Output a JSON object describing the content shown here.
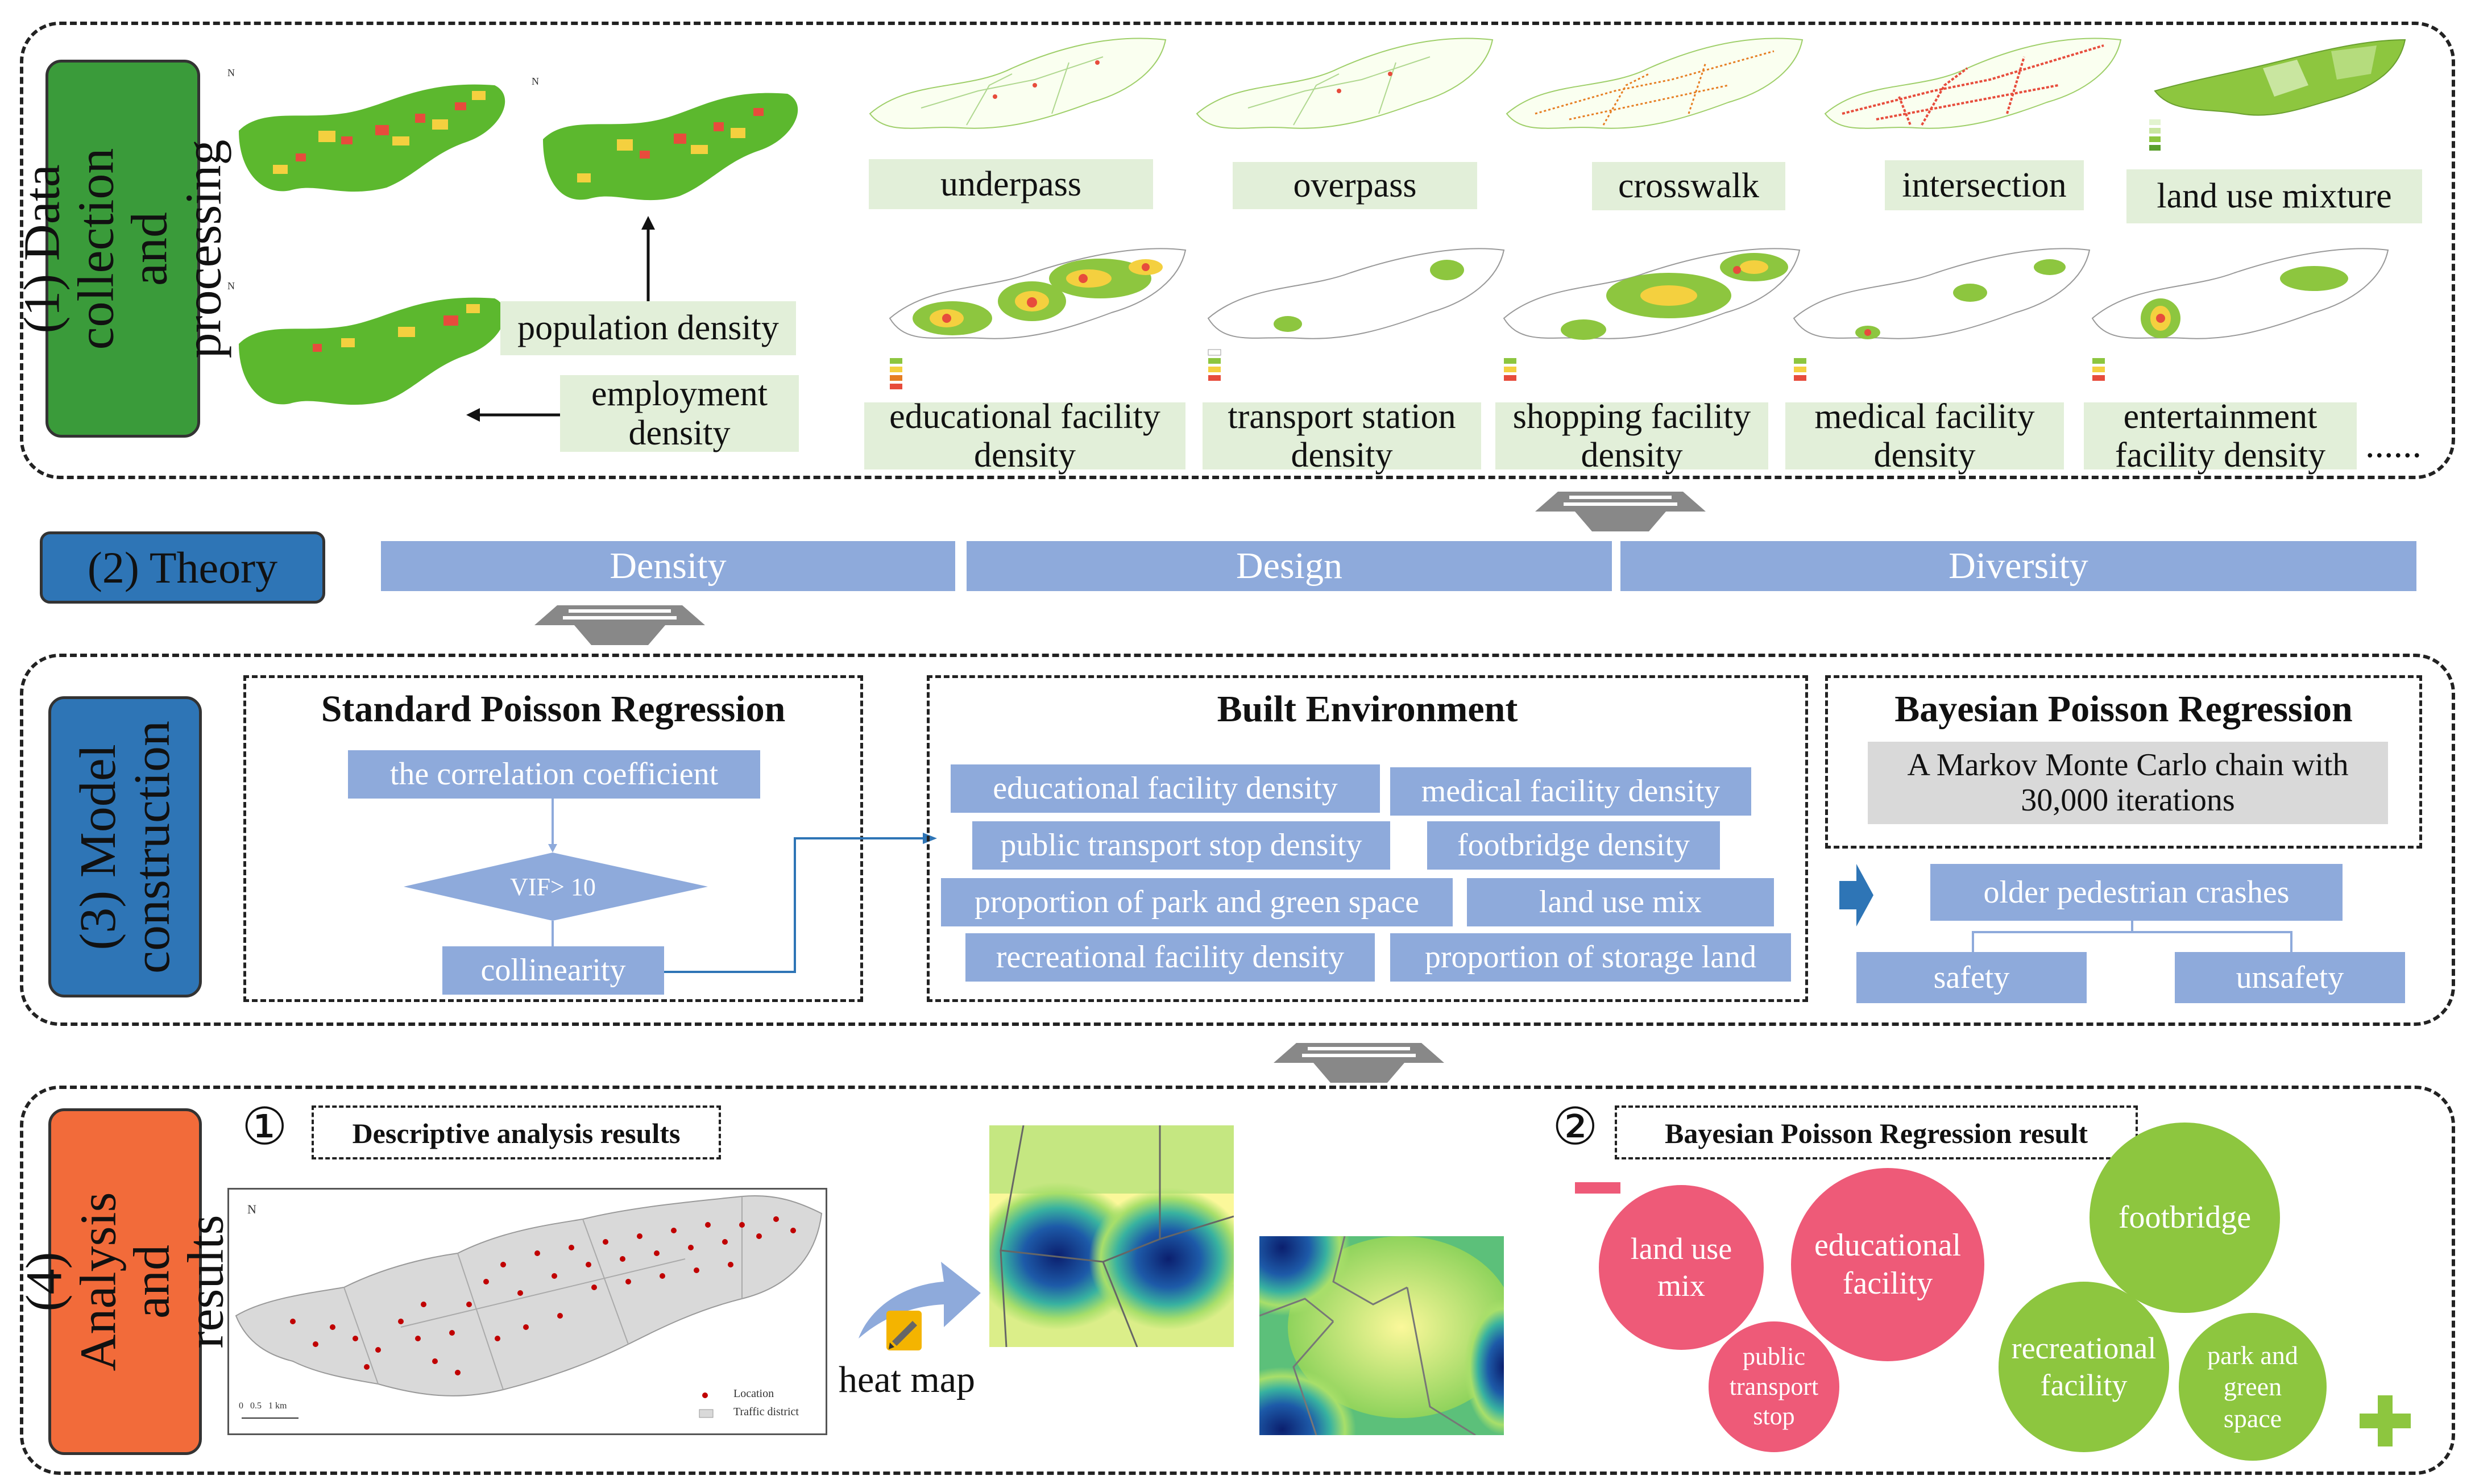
{
  "sections": {
    "data": {
      "label": "(1) Data collection and processing",
      "color": "#3a9b3a"
    },
    "theory": {
      "label": "(2) Theory",
      "color": "#2e75b6"
    },
    "model": {
      "label": "(3) Model construction",
      "color": "#2e75b6"
    },
    "results": {
      "label": "(4) Analysis and results",
      "color": "#f26b3a"
    }
  },
  "data_maps": {
    "population_density": "population density",
    "employment_density": "employment density",
    "underpass": "underpass",
    "overpass": "overpass",
    "crosswalk": "crosswalk",
    "intersection": "intersection",
    "land_use_mixture": "land use mixture",
    "educational_facility_density": "educational facility density",
    "transport_station_density": "transport station density",
    "shopping_facility_density": "shopping facility density",
    "medical_facility_density": "medical facility density",
    "entertainment_facility_density": "entertainment facility density",
    "ellipsis": "......"
  },
  "theory": {
    "density": "Density",
    "design": "Design",
    "diversity": "Diversity"
  },
  "model": {
    "standard_title": "Standard Poisson Regression",
    "correlation": "the correlation coefficient",
    "vif": "VIF> 10",
    "collinearity": "collinearity",
    "built_title": "Built Environment",
    "built_items": [
      "educational facility density",
      "medical facility density",
      "public transport stop density",
      "footbridge density",
      "proportion of park and green space",
      "land use mix",
      "recreational facility density",
      "proportion of storage land"
    ],
    "bayes_title": "Bayesian Poisson Regression",
    "mcmc": "A Markov Monte Carlo chain with 30,000 iterations",
    "crashes": "older pedestrian crashes",
    "safety": "safety",
    "unsafety": "unsafety"
  },
  "results": {
    "num1": "①",
    "descriptive_title": "Descriptive analysis results",
    "heat_map": "heat map",
    "num2": "②",
    "bayes_result_title": "Bayesian Poisson Regression result",
    "legend_location": "Location",
    "legend_district": "Traffic district",
    "scale": "0   0.5   1 km",
    "negative": [
      "land use mix",
      "educational facility",
      "public transport stop"
    ],
    "positive": [
      "footbridge",
      "recreational facility",
      "park and green space"
    ]
  },
  "colors": {
    "green_label": "#e2efd9",
    "blue_box": "#8eaadb",
    "negative": "#ee5a78",
    "positive": "#8dc63f"
  }
}
